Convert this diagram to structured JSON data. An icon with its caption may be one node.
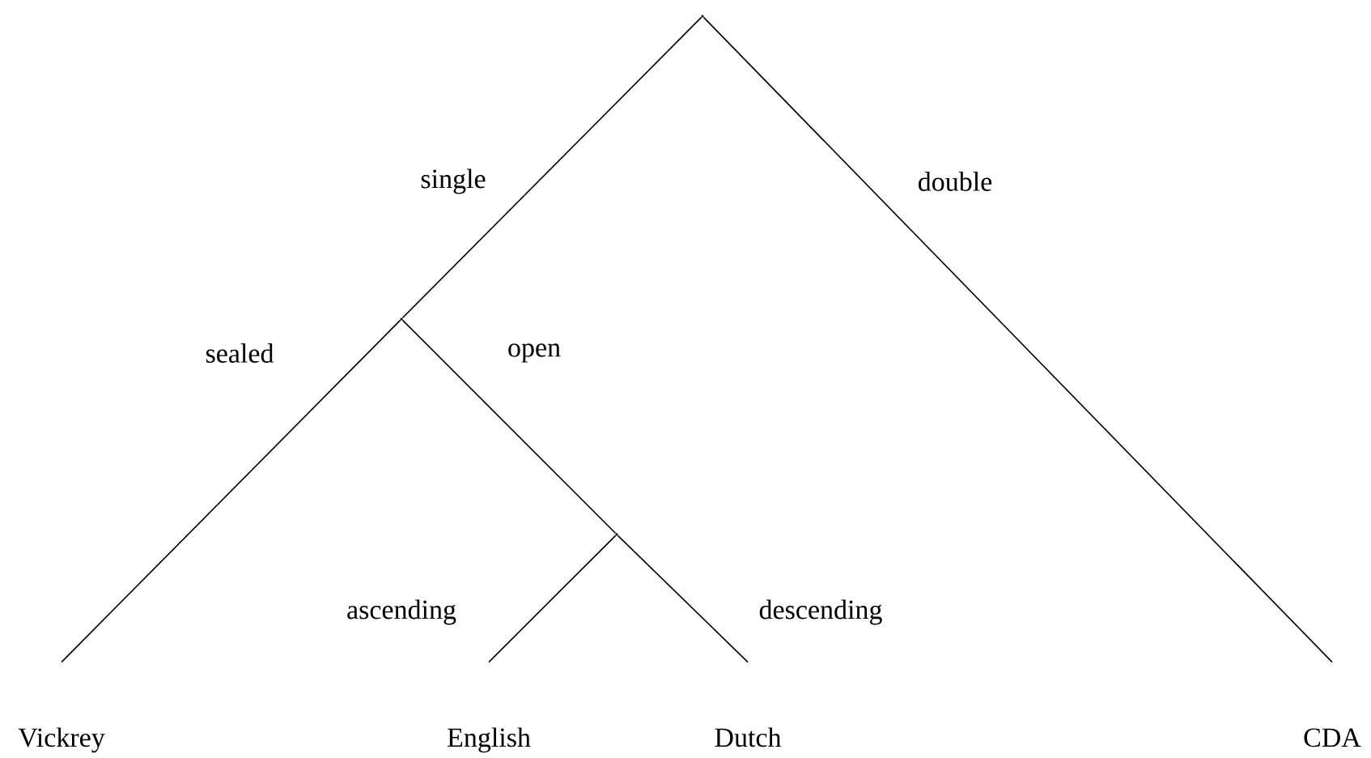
{
  "diagram": {
    "nodes": [
      {
        "text": [],
        "shape": "point"
      },
      {
        "text": [],
        "shape": "point"
      },
      {
        "text": [],
        "shape": "point"
      },
      {
        "text": [
          "Vickrey"
        ]
      },
      {
        "text": [
          "English"
        ]
      },
      {
        "text": [
          "Dutch"
        ]
      },
      {
        "text": [
          "CDA"
        ]
      }
    ],
    "edges": [
      {
        "from": 0,
        "to": 1,
        "arrow": "none",
        "label": "single"
      },
      {
        "from": 0,
        "to": 6,
        "arrow": "none",
        "label": "double"
      },
      {
        "from": 1,
        "to": 3,
        "arrow": "none",
        "label": "sealed"
      },
      {
        "from": 1,
        "to": 2,
        "arrow": "none",
        "label": "open"
      },
      {
        "from": 2,
        "to": 4,
        "arrow": "none",
        "label": "ascending"
      },
      {
        "from": 2,
        "to": 5,
        "arrow": "none",
        "label": "descending"
      }
    ]
  }
}
